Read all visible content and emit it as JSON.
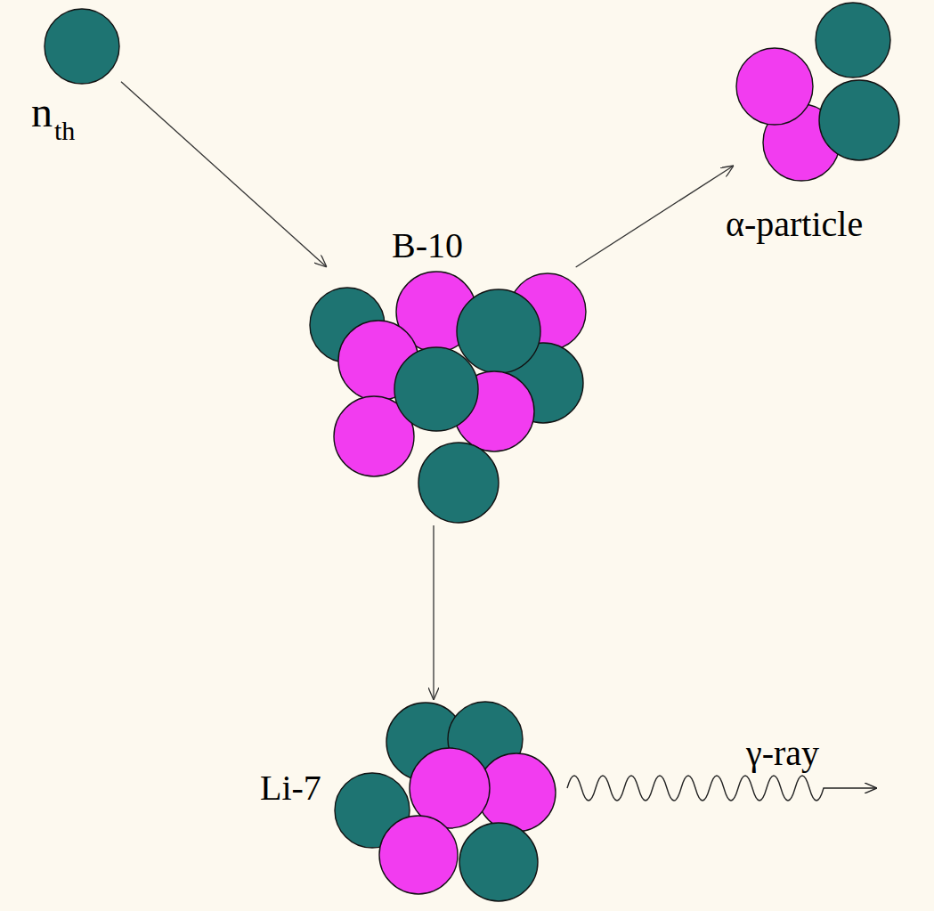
{
  "diagram": {
    "nodes": [
      {
        "text": [
          "n",
          "th"
        ]
      },
      {
        "text": [
          "B-10"
        ]
      },
      {
        "text": [
          "α-particle"
        ]
      },
      {
        "text": [
          "Li-7"
        ]
      }
    ],
    "edges": [
      {
        "from": 0,
        "to": 1,
        "arrow": "to"
      },
      {
        "from": 1,
        "to": 2,
        "arrow": "to"
      },
      {
        "from": 1,
        "to": 3,
        "arrow": "to"
      }
    ],
    "labels": [
      "γ-ray"
    ]
  }
}
